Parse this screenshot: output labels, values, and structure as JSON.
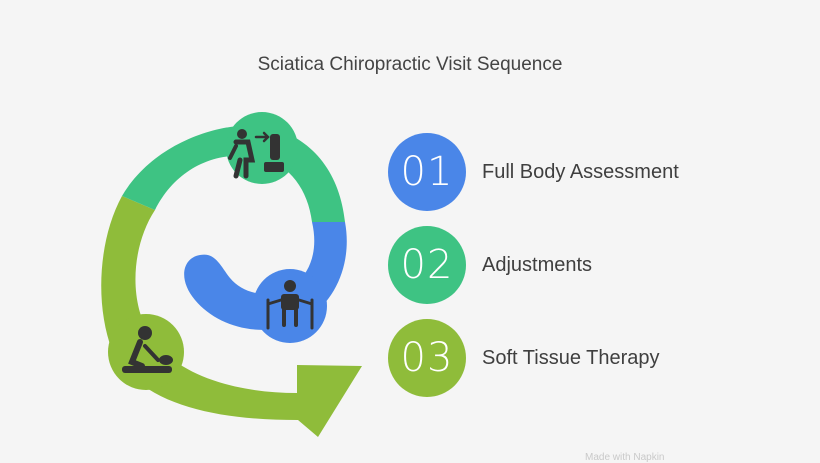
{
  "title": "Sciatica Chiropractic Visit Sequence",
  "steps": [
    {
      "number": "01",
      "label": "Full Body Assessment",
      "color": "#4a86e8",
      "icon": "assessment-icon"
    },
    {
      "number": "02",
      "label": "Adjustments",
      "color": "#3ec383",
      "icon": "adjustment-icon"
    },
    {
      "number": "03",
      "label": "Soft Tissue Therapy",
      "color": "#8fbc3a",
      "icon": "massage-icon"
    }
  ],
  "colors": {
    "blue": "#4a86e8",
    "green": "#3ec383",
    "olive": "#8fbc3a",
    "icon_dark": "#333333"
  },
  "watermark": "Made with Napkin"
}
